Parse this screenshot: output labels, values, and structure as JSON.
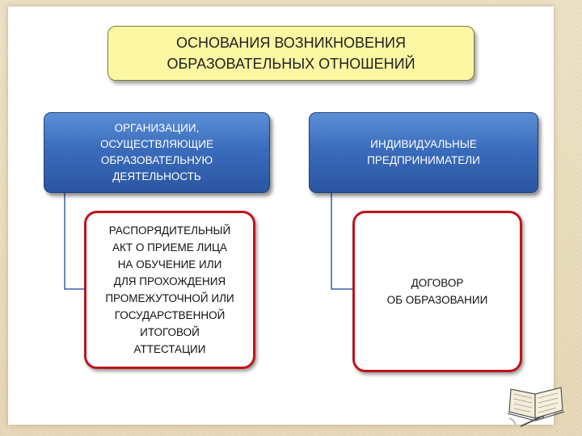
{
  "title": {
    "lines": [
      "ОСНОВАНИЯ ВОЗНИКНОВЕНИЯ",
      "ОБРАЗОВАТЕЛЬНЫХ ОТНОШЕНИЙ"
    ]
  },
  "left_branch": {
    "header_lines": [
      "ОРГАНИЗАЦИИ,",
      "ОСУЩЕСТВЛЯЮЩИЕ",
      "ОБРАЗОВАТЕЛЬНУЮ",
      "ДЕЯТЕЛЬНОСТЬ"
    ],
    "basis_lines": [
      "РАСПОРЯДИТЕЛЬНЫЙ",
      "АКТ О ПРИЕМЕ ЛИЦА",
      "НА ОБУЧЕНИЕ ИЛИ",
      "ДЛЯ ПРОХОЖДЕНИЯ",
      "ПРОМЕЖУТОЧНОЙ ИЛИ",
      "ГОСУДАРСТВЕННОЙ",
      "ИТОГОВОЙ",
      "АТТЕСТАЦИИ"
    ]
  },
  "right_branch": {
    "header_lines": [
      "ИНДИВИДУАЛЬНЫЕ",
      "ПРЕДПРИНИМАТЕЛИ"
    ],
    "basis_lines": [
      "ДОГОВОР",
      "ОБ ОБРАЗОВАНИИ"
    ]
  },
  "colors": {
    "title_fill": "#fbf7a2",
    "header_fill": "#3b6cbc",
    "basis_border": "#c0141b",
    "connector": "#3a5fa8"
  },
  "icons": [
    "open-book-icon"
  ]
}
